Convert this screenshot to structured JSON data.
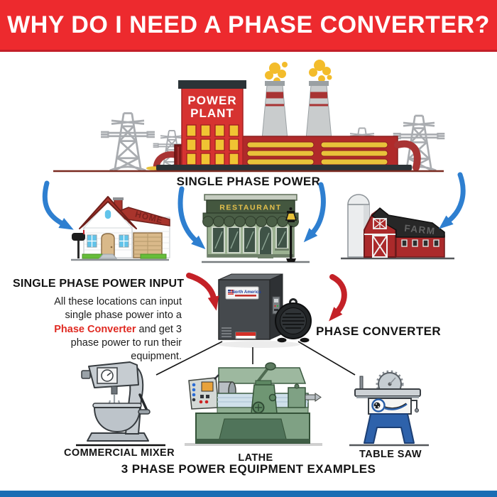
{
  "banner": {
    "title": "WHY DO I NEED A PHASE CONVERTER?"
  },
  "plant": {
    "sign1": "POWER",
    "sign2": "PLANT",
    "caption": "SINGLE PHASE POWER"
  },
  "buildings": {
    "home_sign": "HOME",
    "restaurant_sign": "RESTAURANT",
    "farm_sign": "FARM"
  },
  "input": {
    "heading": "SINGLE PHASE POWER INPUT",
    "body_start": "All these locations can input single phase power into a ",
    "highlight": "Phase Converter",
    "body_end": " and get 3 phase power to run their equipment."
  },
  "converter": {
    "brand": "North America",
    "caption": "PHASE CONVERTER"
  },
  "equipment": [
    {
      "label": "COMMERCIAL MIXER"
    },
    {
      "label": "LATHE"
    },
    {
      "label": "TABLE SAW"
    }
  ],
  "footer": {
    "caption": "3 PHASE POWER EQUIPMENT EXAMPLES"
  },
  "colors": {
    "banner_red": "#ED2A2E",
    "banner_edge_red": "#C31F29",
    "arrow_blue": "#2E7FD0",
    "arrow_red": "#C42127",
    "highlight_red": "#E02A22",
    "footer_bar_blue": "#1A6DB4",
    "text_black": "#141414"
  }
}
